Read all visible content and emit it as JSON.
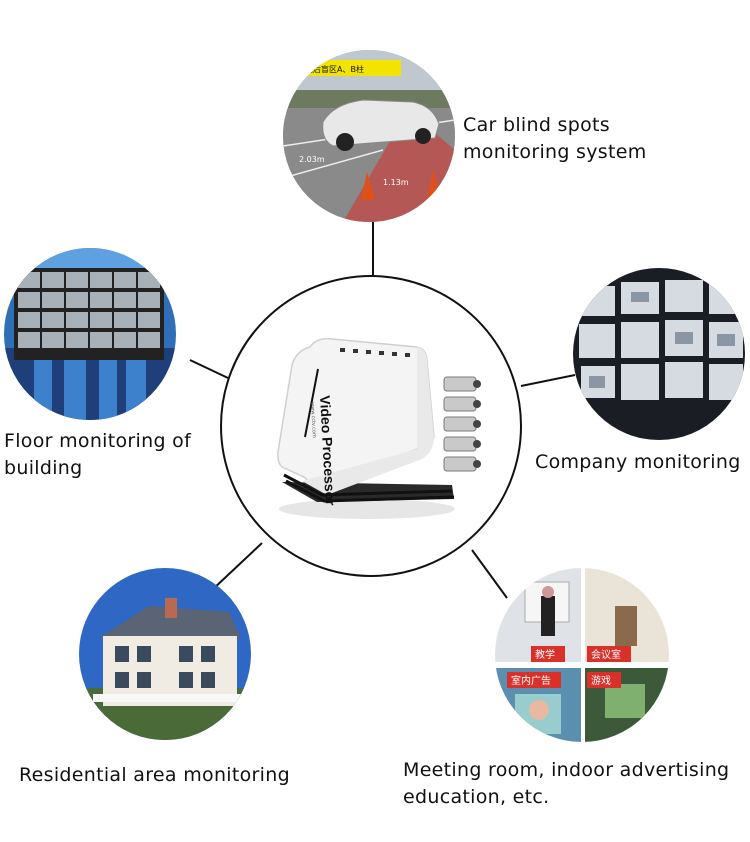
{
  "center_device": {
    "brand_text": "Video Processor",
    "small_print": "www.cctv.com",
    "icon": "video-processor-device-icon"
  },
  "applications": [
    {
      "label_lines": [
        "Car blind spots",
        "monitoring system"
      ],
      "icon": "car-blind-spot-photo",
      "overlay_text": [
        "2.03m",
        "1.13m"
      ],
      "banner_text": "侧后盲区A、B柱"
    },
    {
      "label_lines": [
        "Floor monitoring of",
        "building"
      ],
      "icon": "building-control-room-photo"
    },
    {
      "label_lines": [
        "Company monitoring"
      ],
      "icon": "video-wall-photo"
    },
    {
      "label_lines": [
        "Residential area monitoring"
      ],
      "icon": "house-photo"
    },
    {
      "label_lines": [
        "Meeting room, indoor advertising",
        "education, etc."
      ],
      "icon": "collage-photo",
      "tags": [
        "教学",
        "会议室",
        "室内广告",
        "游戏"
      ]
    }
  ],
  "colors": {
    "line": "#111111",
    "accent_red": "#d9302a",
    "sky": "#3a78c9"
  }
}
